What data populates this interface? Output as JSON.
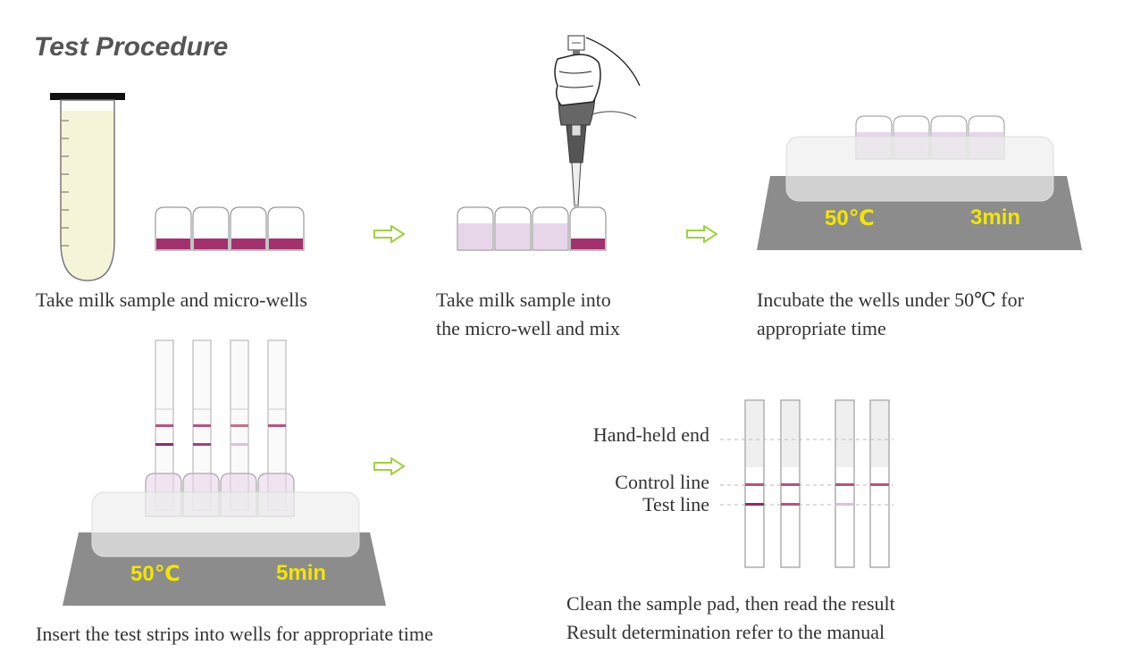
{
  "title": "Test Procedure",
  "steps": [
    {
      "caption_lines": [
        "Take milk sample and micro-wells"
      ]
    },
    {
      "caption_lines": [
        "Take milk sample into",
        "the micro-well and mix"
      ]
    },
    {
      "caption_lines": [
        "Incubate the wells under 50℃ for",
        "appropriate time"
      ],
      "temperature": "50℃",
      "duration": "3min"
    },
    {
      "caption_lines": [
        "Insert the test strips into wells for appropriate time"
      ],
      "temperature": "50℃",
      "duration": "5min"
    },
    {
      "caption_lines": [
        "Clean the sample pad, then read the result",
        "Result determination refer to the manual"
      ]
    }
  ],
  "strip_labels": {
    "hand_held_end": "Hand-held end",
    "control_line": "Control line",
    "test_line": "Test line"
  },
  "colors": {
    "well_dark": "#a3306f",
    "well_light": "#e7d6ea",
    "heater": "#8c8c8c",
    "arrow": "#9fd23c",
    "heat_text": "#f2e600",
    "sample": "#f6f4d8"
  }
}
